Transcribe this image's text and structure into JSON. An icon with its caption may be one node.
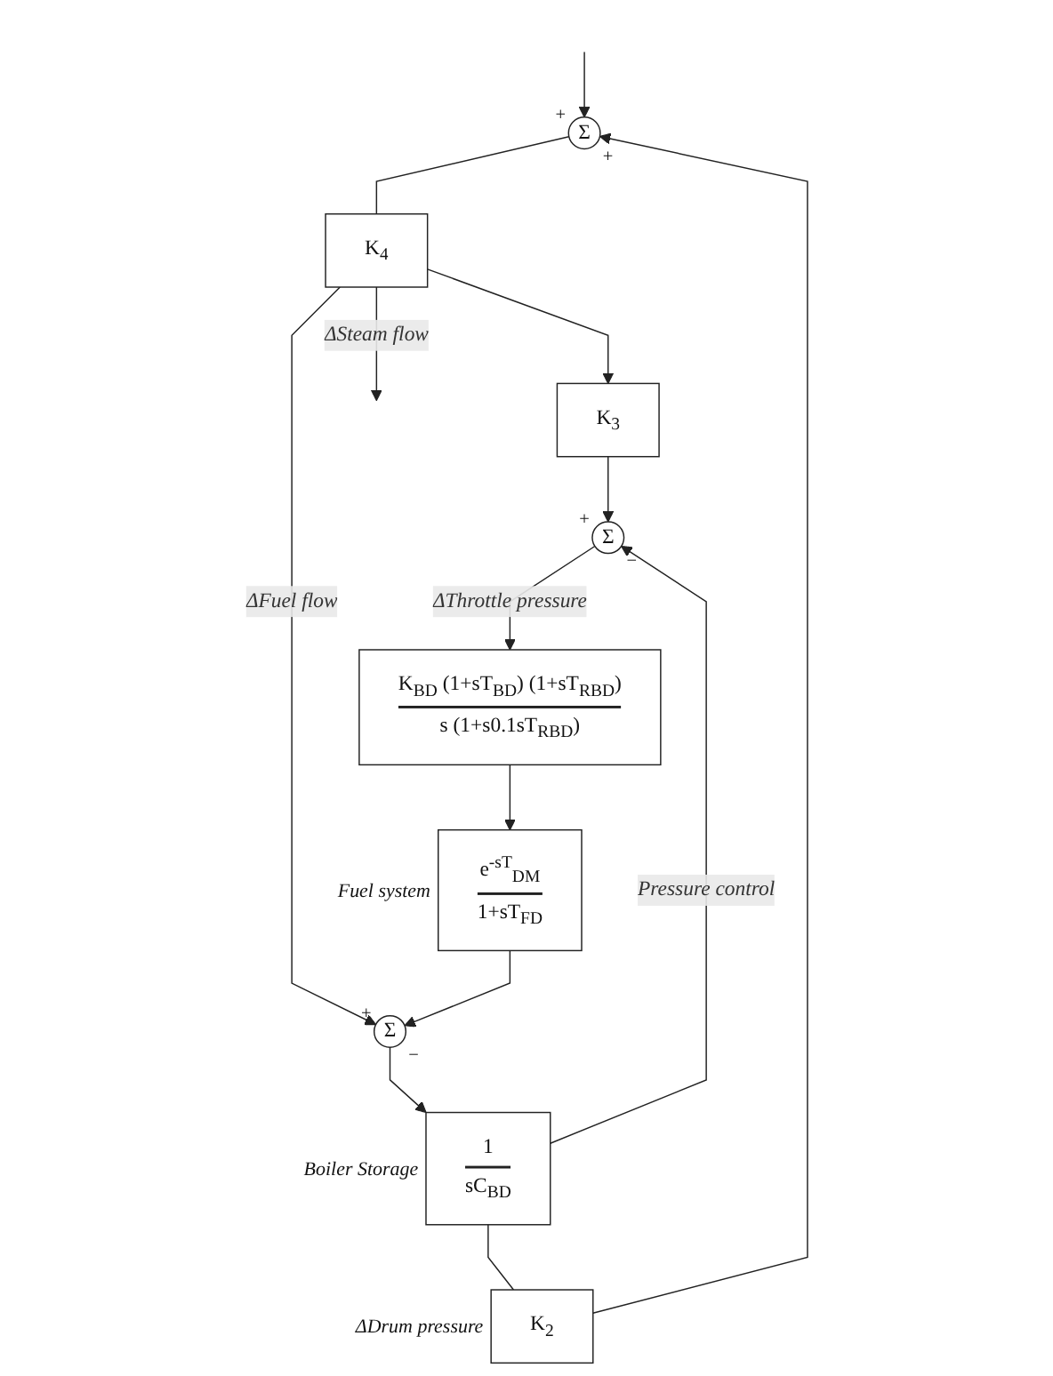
{
  "diagram": {
    "nodes": [
      {
        "text": [
          "Σ"
        ],
        "beside": [
          "+",
          "+"
        ]
      },
      {
        "text": [
          "K$_{4}$"
        ]
      },
      {
        "text": [
          "K$_{2}$"
        ],
        "beside": [
          "ΔDrum pressure"
        ]
      },
      {
        "text": [
          "K$_{3}$"
        ]
      },
      {
        "text": [
          "Σ"
        ],
        "beside": [
          "+",
          "−"
        ]
      },
      {
        "text": [
          "K$_{BD}$ (1+sT$_{BD}$) (1+sT$_{RBD}$)",
          "s (1+s0.1sT$_{RBD}$)"
        ]
      },
      {
        "text": [
          "1",
          "sC$_{BD}$"
        ],
        "beside": [
          "Boiler Storage"
        ]
      },
      {
        "text": [
          "e$^{-sT}$$_{DM}$",
          "1+sT$_{FD}$"
        ],
        "beside": [
          "Fuel system"
        ]
      },
      {
        "text": [
          "Σ"
        ],
        "beside": [
          "+",
          "−"
        ]
      }
    ],
    "edges": [
      {
        "from": null,
        "to": 0,
        "arrow": "to"
      },
      {
        "from": 0,
        "to": 1,
        "arrow": "none"
      },
      {
        "from": 1,
        "to": null,
        "arrow": "to",
        "label": "ΔSteam flow"
      },
      {
        "from": 1,
        "to": 3,
        "arrow": "to"
      },
      {
        "from": 1,
        "to": 8,
        "arrow": "to",
        "label": "ΔFuel flow"
      },
      {
        "from": 3,
        "to": 4,
        "arrow": "to"
      },
      {
        "from": 2,
        "to": 0,
        "arrow": "to"
      },
      {
        "from": 6,
        "to": 2,
        "arrow": "none"
      },
      {
        "from": 6,
        "to": 4,
        "arrow": "to",
        "label": "Pressure control"
      },
      {
        "from": 4,
        "to": 5,
        "arrow": "to",
        "label": "ΔThrottle pressure"
      },
      {
        "from": 5,
        "to": 7,
        "arrow": "to"
      },
      {
        "from": 7,
        "to": 8,
        "arrow": "to"
      },
      {
        "from": 8,
        "to": 6,
        "arrow": "to"
      }
    ]
  }
}
